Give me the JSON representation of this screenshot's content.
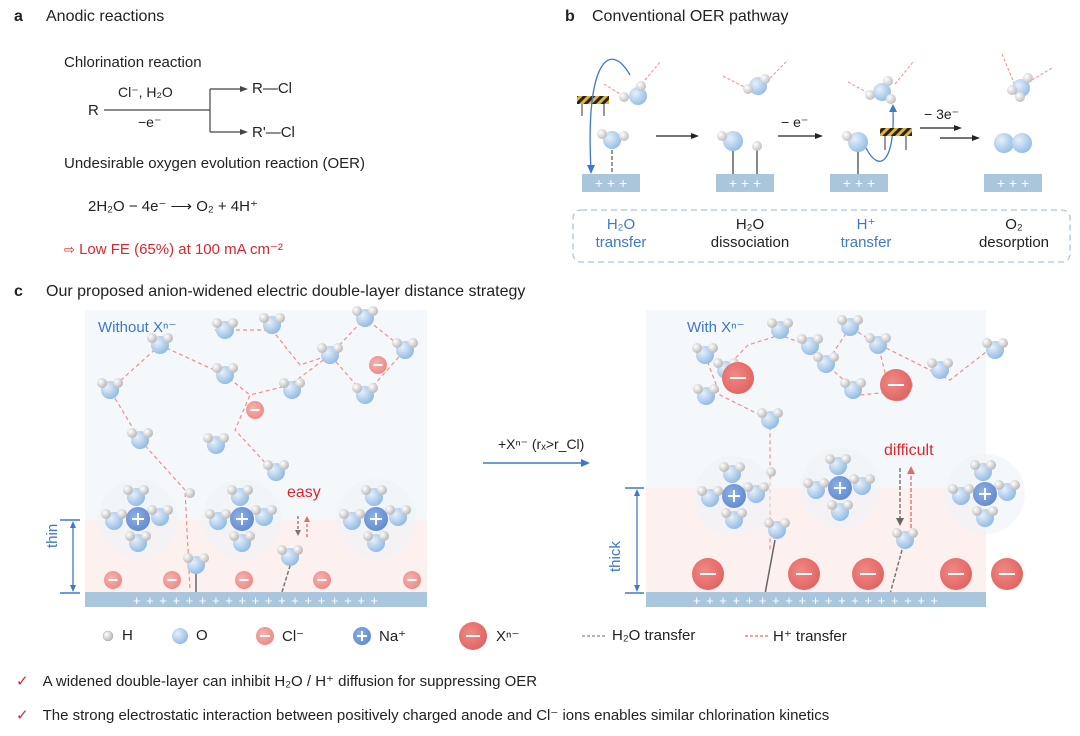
{
  "panel_a": {
    "label": "a",
    "title": "Anodic reactions",
    "chlorination_title": "Chlorination reaction",
    "reactant": "R",
    "reagent_top": "Cl⁻, H₂O",
    "reagent_bottom": "−e⁻",
    "product_1": "R—Cl",
    "product_2": "R'—Cl",
    "oer_title": "Undesirable oxygen evolution reaction (OER)",
    "oer_equation": "2H₂O − 4e⁻ ⟶ O₂ + 4H⁺",
    "fe_note": "Low FE (65%) at 100 mA cm⁻²"
  },
  "panel_b": {
    "label": "b",
    "title": "Conventional OER pathway",
    "arrow_labels": [
      "",
      "− e⁻",
      "− 3e⁻"
    ],
    "steps": [
      {
        "line1": "H₂O",
        "line2": "transfer",
        "highlight": true
      },
      {
        "line1": "H₂O",
        "line2": "dissociation",
        "highlight": false
      },
      {
        "line1": "H⁺",
        "line2": "transfer",
        "highlight": true
      },
      {
        "line1": "O₂",
        "line2": "desorption",
        "highlight": false
      }
    ]
  },
  "panel_c": {
    "label": "c",
    "title": "Our proposed anion-widened electric double-layer distance strategy",
    "left_title": "Without Xⁿ⁻",
    "right_title": "With Xⁿ⁻",
    "left_layer": "thin",
    "right_layer": "thick",
    "left_note": "easy",
    "right_note": "difficult",
    "middle_arrow": "+Xⁿ⁻ (rₓ>r_Cl)"
  },
  "legend": [
    {
      "symbol": "H",
      "label": "H"
    },
    {
      "symbol": "O",
      "label": "O"
    },
    {
      "symbol": "Cl",
      "label": "Cl⁻"
    },
    {
      "symbol": "Na",
      "label": "Na⁺"
    },
    {
      "symbol": "X",
      "label": "Xⁿ⁻"
    },
    {
      "symbol": "h2o-line",
      "label": "H₂O transfer"
    },
    {
      "symbol": "h-line",
      "label": "H⁺ transfer"
    }
  ],
  "conclusions": [
    "A widened double-layer can inhibit H₂O / H⁺ diffusion for suppressing OER",
    "The strong electrostatic interaction between positively charged anode and Cl⁻ ions enables similar chlorination kinetics"
  ],
  "colors": {
    "accent_red": "#d9272e",
    "accent_blue": "#3f78c8",
    "electrode": "#a9c6dc",
    "anion": "#e8706e"
  }
}
